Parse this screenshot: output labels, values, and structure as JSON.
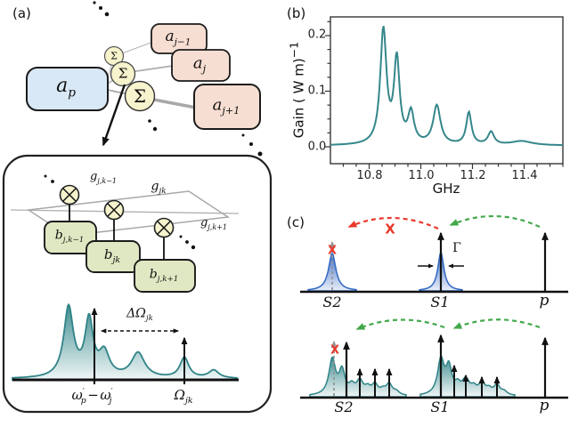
{
  "colors": {
    "teal": "#35878b",
    "blue_peak": "#3368c0",
    "red": "#e8392c",
    "green": "#42a84a",
    "gray": "#949494",
    "pump_box_fill": "#d9e8f6",
    "mode_box_fill": "#f7ded2",
    "sum_circle_fill": "#f6f3cd",
    "phonon_box_fill": "#dfe8c2"
  },
  "panel_a": {
    "label": "(a)",
    "pump": {
      "base": "a",
      "sub": "p"
    },
    "modes": [
      {
        "base": "a",
        "sub": "j−1"
      },
      {
        "base": "a",
        "sub": "j"
      },
      {
        "base": "a",
        "sub": "j+1"
      }
    ],
    "sum": "Σ",
    "gains": [
      {
        "base": "g",
        "sub": "j,k−1"
      },
      {
        "base": "g",
        "sub": "jk"
      },
      {
        "base": "g",
        "sub": "j,k+1"
      }
    ],
    "phonons": [
      {
        "base": "b",
        "sub": "j,k−1"
      },
      {
        "base": "b",
        "sub": "jk"
      },
      {
        "base": "b",
        "sub": "j,k+1"
      }
    ],
    "delta": {
      "base": "ΔΩ",
      "sub": "jk"
    },
    "freq_diff": {
      "w1": "ω",
      "pr1": "′",
      "s1": "p",
      "op": "−",
      "w2": "ω",
      "pr2": "′",
      "s2": "j"
    },
    "omega": {
      "base": "Ω",
      "sub": "jk"
    },
    "spectrum_peaks": [
      [
        77,
        79,
        6.5
      ],
      [
        100,
        63,
        5.5
      ],
      [
        117,
        27,
        7
      ],
      [
        155,
        28,
        9
      ],
      [
        207,
        23,
        6
      ],
      [
        240,
        9,
        7
      ]
    ],
    "spectrum_base": 1
  },
  "chart_data": {
    "type": "line",
    "title": "",
    "xlabel": "GHz",
    "ylabel": {
      "text": "Gain ( W m)",
      "sup": "−1"
    },
    "xlim": [
      10.65,
      11.55
    ],
    "ylim": [
      -0.03,
      0.233
    ],
    "xticks": [
      10.8,
      11.0,
      11.2,
      11.4
    ],
    "xtick_labels": [
      "10.8",
      "11.0",
      "11.2",
      "11.4"
    ],
    "yticks": [
      0,
      0.1,
      0.2
    ],
    "ytick_labels": [
      "0.0",
      "0.1",
      "0.2"
    ],
    "minor_x_step": 0.05,
    "minor_y_step": 0.025,
    "grid": false,
    "line_color": "#35878b",
    "baseline": 0.002,
    "peaks": [
      {
        "center": 10.855,
        "height": 0.205,
        "hwhm": 0.0145
      },
      {
        "center": 10.907,
        "height": 0.15,
        "hwhm": 0.013
      },
      {
        "center": 10.962,
        "height": 0.055,
        "hwhm": 0.014
      },
      {
        "center": 11.062,
        "height": 0.07,
        "hwhm": 0.017
      },
      {
        "center": 11.186,
        "height": 0.058,
        "hwhm": 0.012
      },
      {
        "center": 11.272,
        "height": 0.023,
        "hwhm": 0.014
      },
      {
        "center": 11.39,
        "height": 0.0075,
        "hwhm": 0.05
      }
    ],
    "key_points": [
      [
        10.855,
        0.215
      ],
      [
        10.885,
        0.09
      ],
      [
        10.907,
        0.17
      ],
      [
        10.962,
        0.075
      ],
      [
        11.0,
        0.027
      ],
      [
        11.062,
        0.072
      ],
      [
        11.13,
        0.013
      ],
      [
        11.186,
        0.06
      ],
      [
        11.23,
        0.015
      ],
      [
        11.272,
        0.027
      ],
      [
        11.34,
        0.006
      ],
      [
        11.39,
        0.009
      ],
      [
        11.5,
        0.004
      ]
    ]
  },
  "panel_b": {
    "label": "(b)"
  },
  "panel_c": {
    "label": "(c)",
    "top": {
      "s2": "S2",
      "s1": "S1",
      "p": "p",
      "gamma": "Γ",
      "x_marks": [
        "X",
        "X"
      ]
    },
    "bottom": {
      "s2": "S2",
      "s1": "S1",
      "p": "p",
      "x_mark": "X"
    },
    "top_peaks_s2": [
      [
        373,
        42,
        5
      ]
    ],
    "top_peaks_s1": [
      [
        495,
        43,
        4.2
      ]
    ],
    "bottom_peaks_s2": [
      [
        373,
        40,
        4.5
      ],
      [
        384,
        26,
        4
      ],
      [
        395,
        9,
        4
      ],
      [
        404,
        15,
        4.5
      ],
      [
        413,
        7,
        4
      ],
      [
        421,
        11,
        4
      ],
      [
        430,
        5,
        4
      ],
      [
        437,
        12,
        4
      ],
      [
        445,
        4,
        4
      ]
    ],
    "bottom_peaks_s1": [
      [
        495,
        39,
        4.5
      ],
      [
        504,
        29,
        4
      ],
      [
        514,
        9,
        4
      ],
      [
        523,
        16,
        5
      ],
      [
        532,
        7,
        4
      ],
      [
        541,
        13,
        4
      ],
      [
        549,
        6,
        4
      ],
      [
        558,
        11,
        4
      ],
      [
        566,
        4,
        4
      ]
    ]
  }
}
